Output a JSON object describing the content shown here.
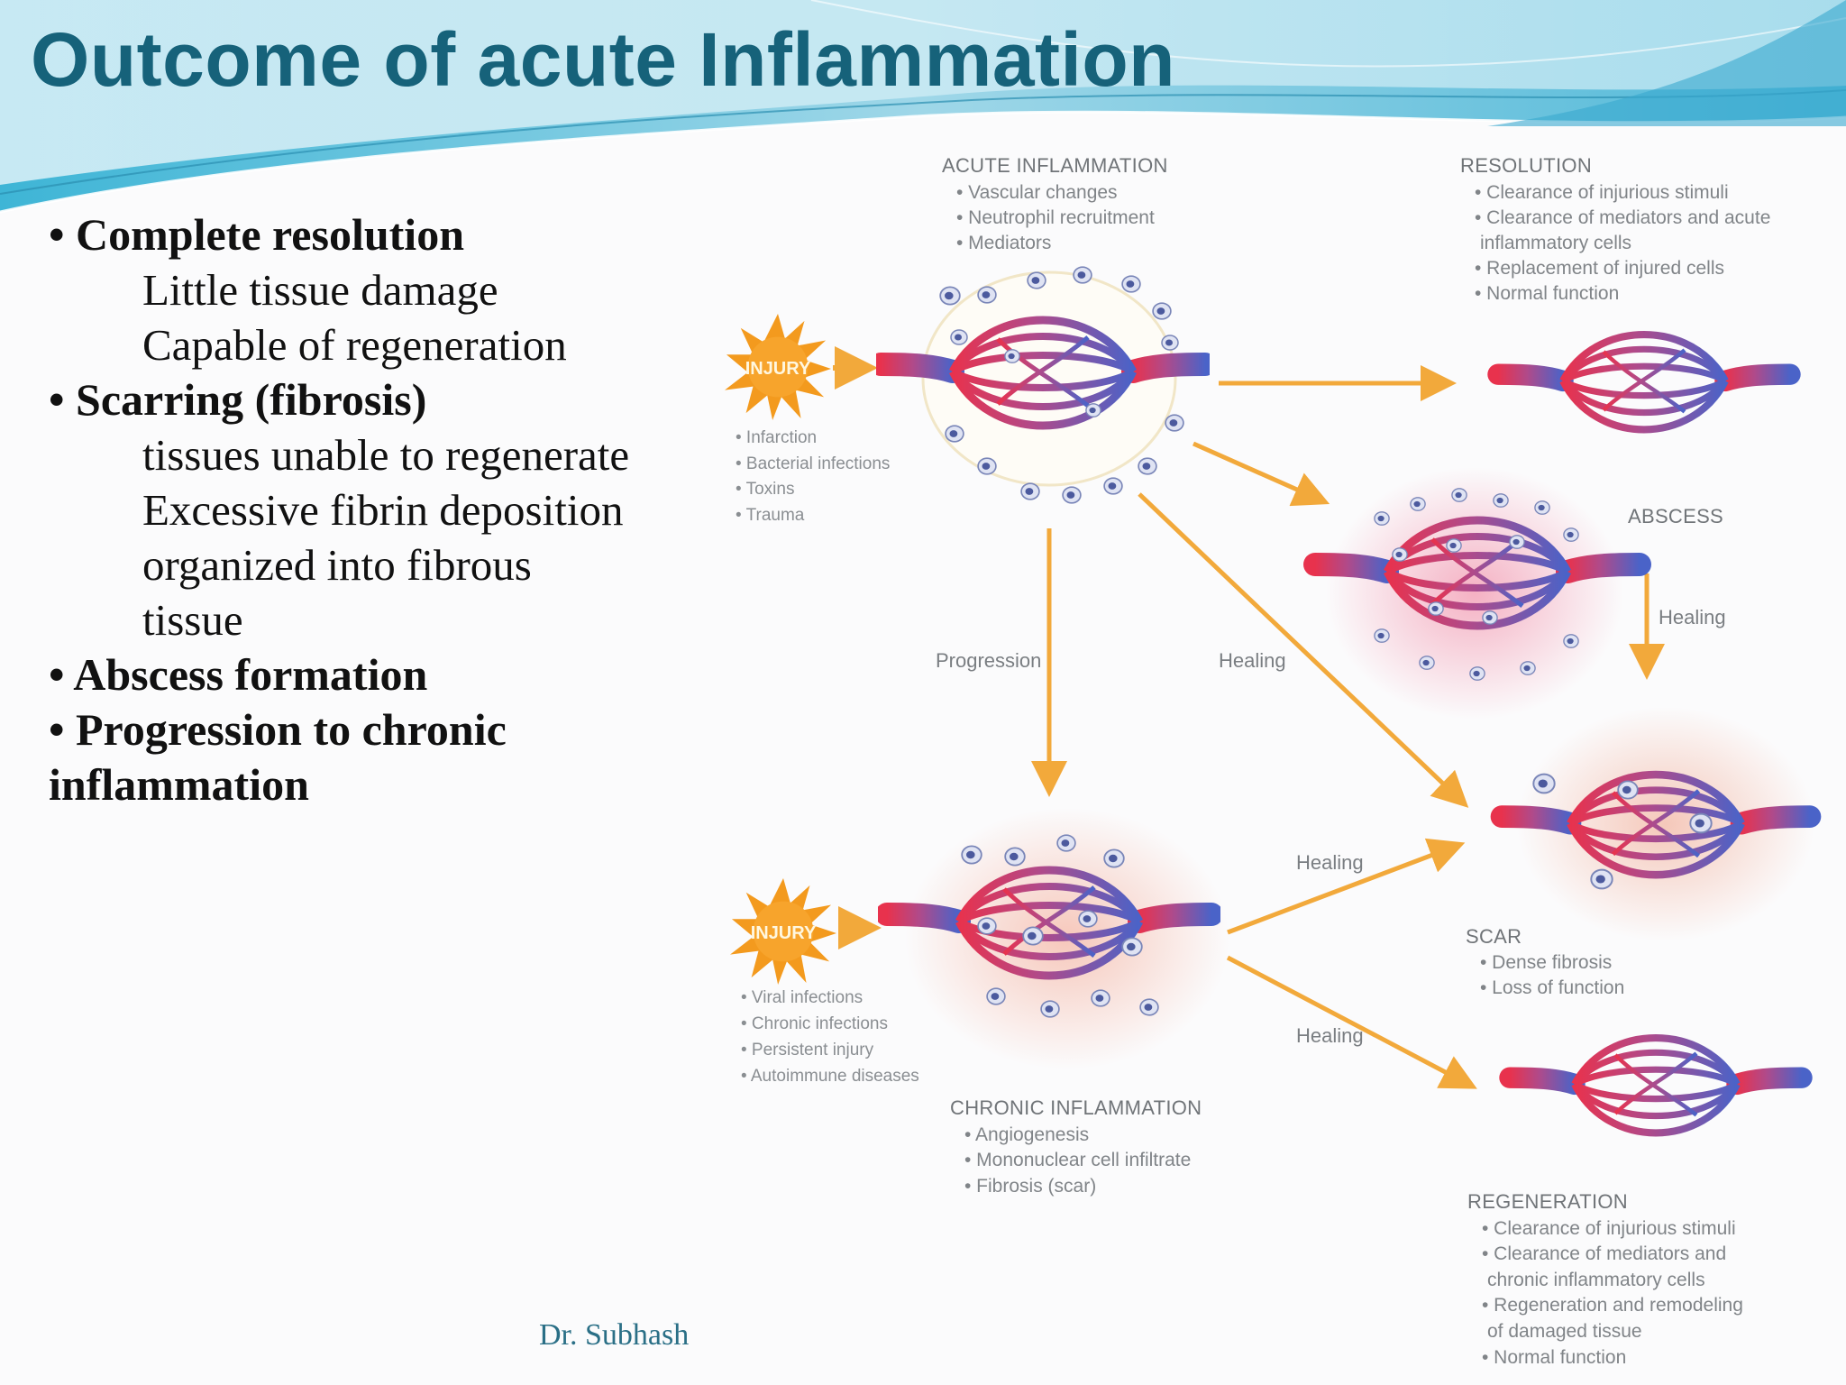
{
  "title": "Outcome of acute Inflammation",
  "bullets": [
    {
      "label": "Complete resolution",
      "subs": [
        "Little tissue damage",
        "Capable of regeneration"
      ]
    },
    {
      "label": "Scarring (fibrosis)",
      "subs": [
        "tissues unable to regenerate",
        "Excessive fibrin deposition",
        "organized into fibrous",
        "tissue"
      ]
    },
    {
      "label": "Abscess formation",
      "subs": []
    },
    {
      "label": "Progression to chronic",
      "label_cont": "inflammation",
      "subs": []
    }
  ],
  "author": "Dr. Subhash",
  "figure": {
    "acute": {
      "title": "ACUTE INFLAMMATION",
      "items": [
        "Vascular changes",
        "Neutrophil recruitment",
        "Mediators"
      ]
    },
    "resolution": {
      "title": "RESOLUTION",
      "items": [
        "Clearance of injurious stimuli",
        "Clearance of mediators and acute",
        "inflammatory cells",
        "Replacement of injured cells",
        "Normal function"
      ]
    },
    "abscess": {
      "title": "ABSCESS"
    },
    "chronic": {
      "title": "CHRONIC INFLAMMATION",
      "items": [
        "Angiogenesis",
        "Mononuclear cell infiltrate",
        "Fibrosis (scar)"
      ]
    },
    "scar": {
      "title": "SCAR",
      "items": [
        "Dense fibrosis",
        "Loss of function"
      ]
    },
    "regeneration": {
      "title": "REGENERATION",
      "items": [
        "Clearance of injurious stimuli",
        "Clearance of mediators and",
        "chronic inflammatory cells",
        "Regeneration and remodeling",
        "of damaged tissue",
        "Normal function"
      ]
    },
    "injury_label": "INJURY",
    "injury_causes_acute": [
      "Infarction",
      "Bacterial infections",
      "Toxins",
      "Trauma"
    ],
    "injury_causes_chronic": [
      "Viral infections",
      "Chronic infections",
      "Persistent injury",
      "Autoimmune diseases"
    ],
    "edges": {
      "progression": "Progression",
      "healing": "Healing"
    }
  },
  "colors": {
    "title": "#16627a",
    "arrow": "#f2a93b",
    "artery": "#e8324d",
    "vein": "#4a63c8",
    "injury": "#f39a1e",
    "wave": "#5fb9d6"
  }
}
